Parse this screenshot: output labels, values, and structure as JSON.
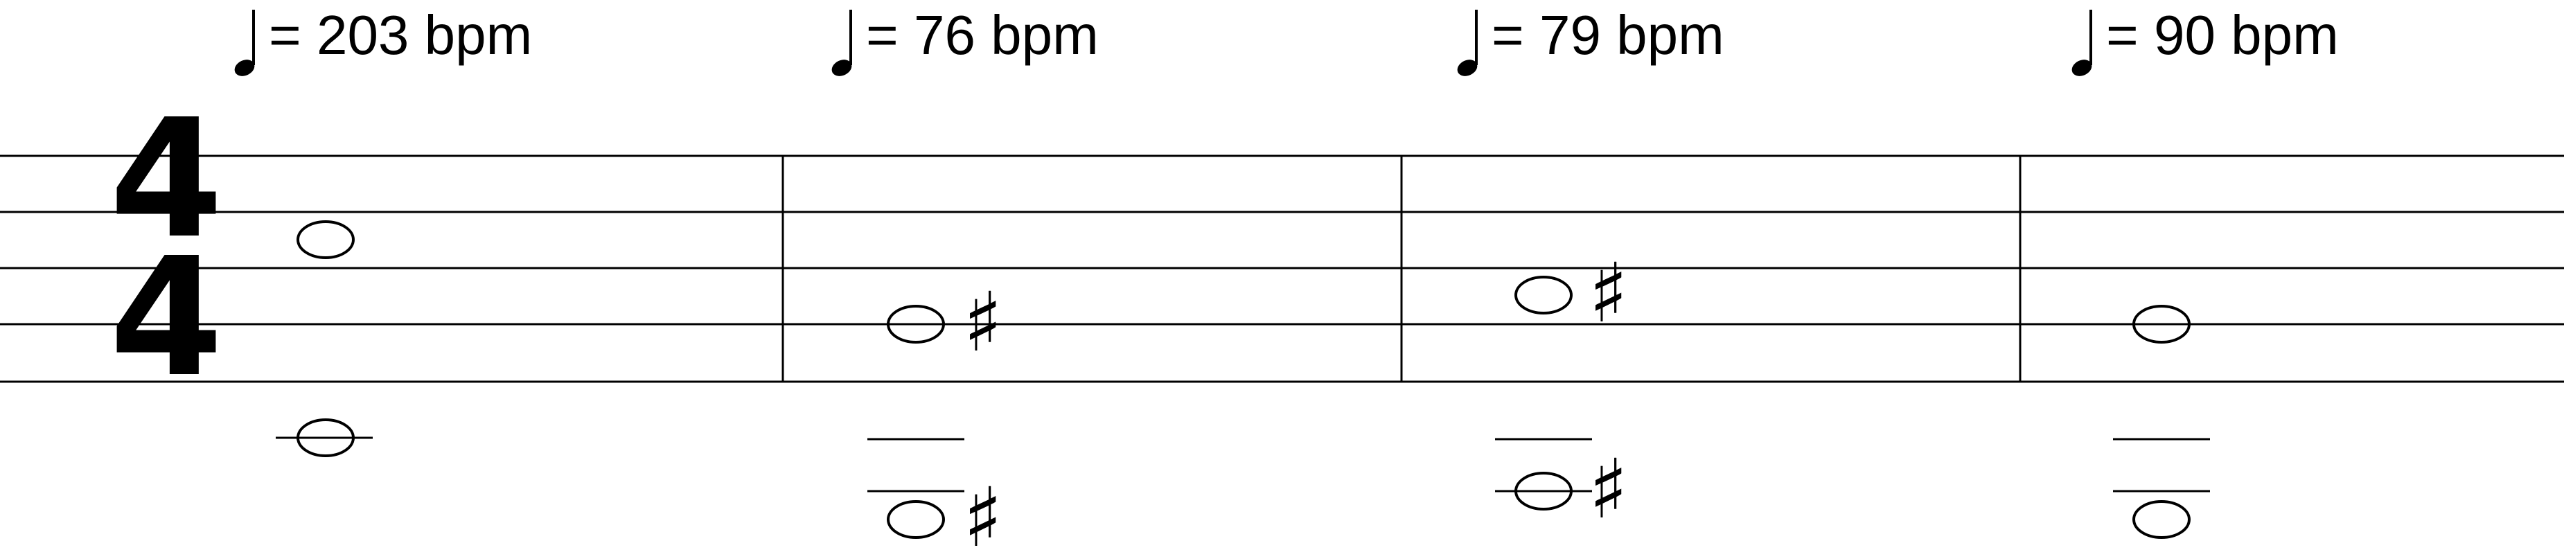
{
  "time_signature": {
    "top": "4",
    "bottom": "4"
  },
  "measures": [
    {
      "tempo": {
        "symbol": "quarter-note",
        "text": "= 203 bpm",
        "bpm": 203
      },
      "notes": [
        {
          "duration": "whole",
          "accidental": null
        },
        {
          "duration": "whole",
          "accidental": null
        }
      ]
    },
    {
      "tempo": {
        "symbol": "quarter-note",
        "text": "= 76 bpm",
        "bpm": 76
      },
      "notes": [
        {
          "duration": "whole",
          "accidental": "sharp",
          "accidental_glyph": "♯"
        },
        {
          "duration": "whole",
          "accidental": "sharp",
          "accidental_glyph": "♯"
        }
      ]
    },
    {
      "tempo": {
        "symbol": "quarter-note",
        "text": "= 79 bpm",
        "bpm": 79
      },
      "notes": [
        {
          "duration": "whole",
          "accidental": "sharp",
          "accidental_glyph": "♯"
        },
        {
          "duration": "whole",
          "accidental": "sharp",
          "accidental_glyph": "♯"
        }
      ]
    },
    {
      "tempo": {
        "symbol": "quarter-note",
        "text": "= 90 bpm",
        "bpm": 90
      },
      "notes": [
        {
          "duration": "whole",
          "accidental": null
        },
        {
          "duration": "whole",
          "accidental": null
        }
      ]
    }
  ]
}
